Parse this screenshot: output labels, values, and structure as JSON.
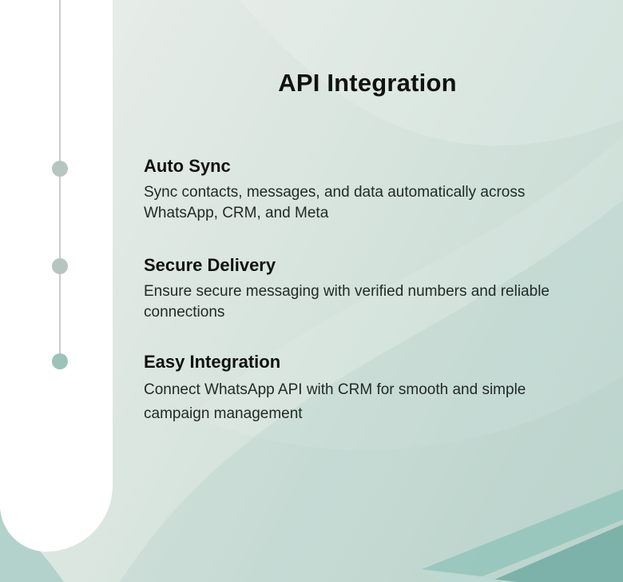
{
  "slide": {
    "title": "API Integration",
    "items": [
      {
        "heading": "Auto Sync",
        "description": "Sync contacts, messages, and data automatically across WhatsApp, CRM, and Meta"
      },
      {
        "heading": "Secure Delivery",
        "description": "Ensure secure messaging with verified numbers and reliable connections"
      },
      {
        "heading": "Easy Integration",
        "description": "Connect WhatsApp API with CRM for smooth and simple campaign management"
      }
    ],
    "colors": {
      "panel": "#ffffff",
      "timeline_line": "#c9cdcb",
      "dot_default": "#b7c5c1",
      "dot_active": "#9cc3ba",
      "accent_mid": "#93c4bb",
      "accent_teal": "#7cb2aa",
      "accent_light": "#bcdad3",
      "accent_corner": "#b2d2cb",
      "heading_text": "#111111",
      "body_text": "#212a27"
    }
  }
}
